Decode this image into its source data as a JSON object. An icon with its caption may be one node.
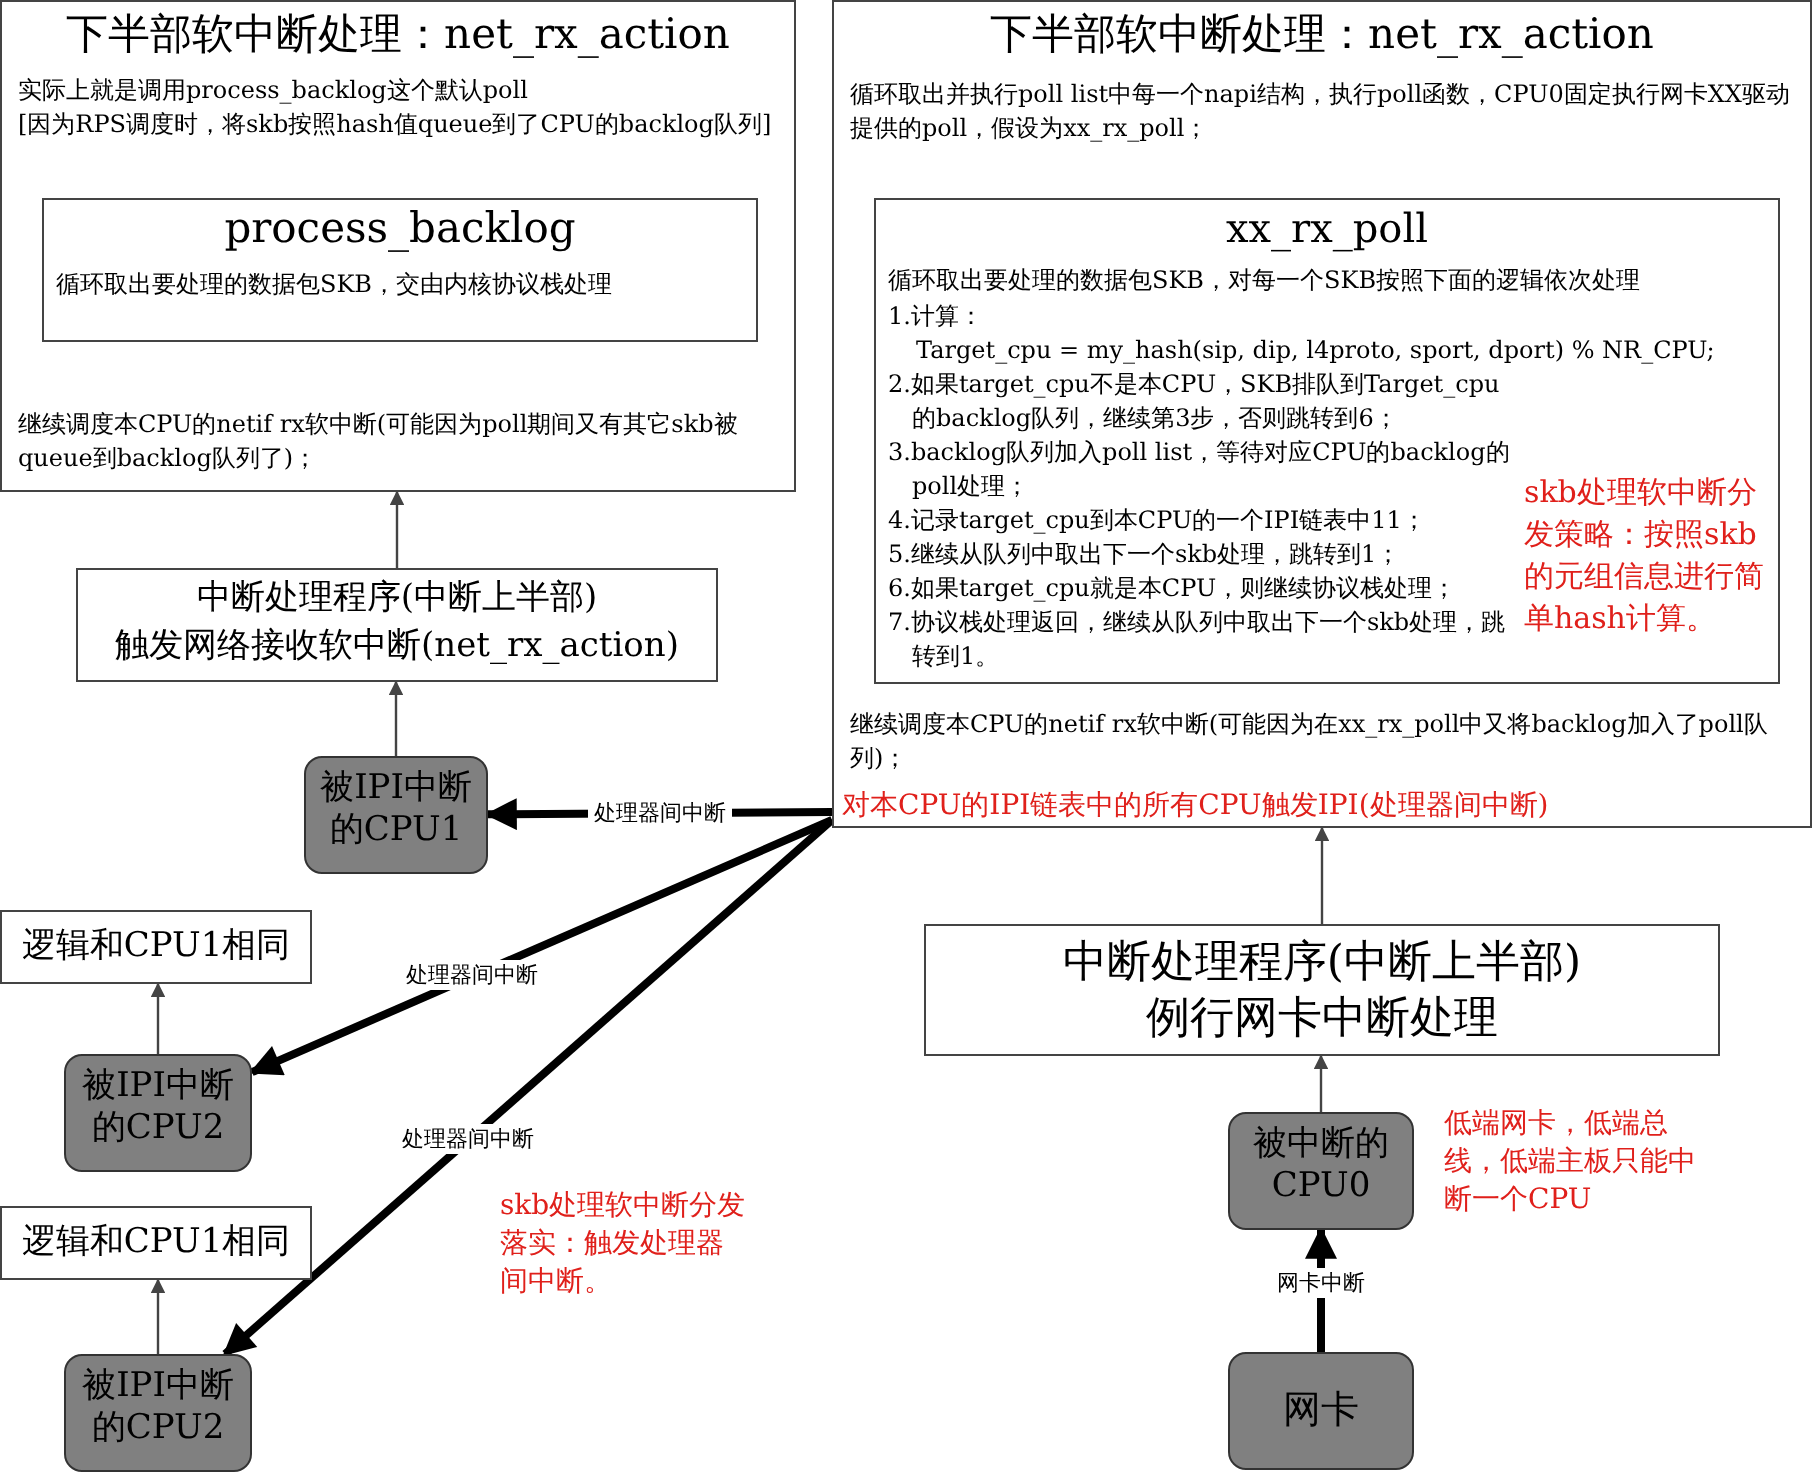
{
  "diagram": {
    "nodes": [
      {
        "text": [
          "下半部软中断处理：net_rx_action",
          "实际上就是调用process_backlog这个默认poll",
          "[因为RPS调度时，将skb按照hash值queue到了CPU的backlog队列]",
          "继续调度本CPU的netif rx软中断(可能因为poll期间又有其它skb被queue到backlog队列了)；"
        ]
      },
      {
        "text": [
          "process_backlog",
          "循环取出要处理的数据包SKB，交由内核协议栈处理"
        ],
        "in": 0
      },
      {
        "text": [
          "中断处理程序(中断上半部)",
          "触发网络接收软中断(net_rx_action)"
        ]
      },
      {
        "text": [
          "被IPI中断的CPU1"
        ]
      },
      {
        "text": [
          "逻辑和CPU1相同"
        ]
      },
      {
        "text": [
          "被IPI中断的CPU2"
        ]
      },
      {
        "text": [
          "逻辑和CPU1相同"
        ]
      },
      {
        "text": [
          "被IPI中断的CPU2"
        ]
      },
      {
        "text": [
          "下半部软中断处理：net_rx_action",
          "循环取出并执行poll list中每一个napi结构，执行poll函数，CPU0固定执行网卡XX驱动提供的poll，假设为xx_rx_poll；",
          "继续调度本CPU的netif rx软中断(可能因为在xx_rx_poll中又将backlog加入了poll队列)；",
          "对本CPU的IPI链表中的所有CPU触发IPI(处理器间中断)"
        ]
      },
      {
        "text": [
          "xx_rx_poll",
          "循环取出要处理的数据包SKB，对每一个SKB按照下面的逻辑依次处理",
          "1.计算：",
          "Target_cpu = my_hash(sip, dip, l4proto, sport, dport) % NR_CPU;",
          "2.如果target_cpu不是本CPU，SKB排队到Target_cpu的backlog队列，继续第3步，否则跳转到6；",
          "3.backlog队列加入poll list，等待对应CPU的backlog的poll处理；",
          "4.记录target_cpu到本CPU的一个IPI链表中11；",
          "5.继续从队列中取出下一个skb处理，跳转到1；",
          "6.如果target_cpu就是本CPU，则继续协议栈处理；",
          "7.协议栈处理返回，继续从队列中取出下一个skb处理，跳转到1。"
        ],
        "in": 8
      },
      {
        "text": [
          "中断处理程序(中断上半部)",
          "例行网卡中断处理"
        ]
      },
      {
        "text": [
          "被中断的CPU0"
        ]
      },
      {
        "text": [
          "网卡"
        ]
      }
    ],
    "edges": [
      {
        "from": 2,
        "to": 0,
        "arrow": "to"
      },
      {
        "from": 3,
        "to": 2,
        "arrow": "to"
      },
      {
        "from": 5,
        "to": 4,
        "arrow": "to"
      },
      {
        "from": 7,
        "to": 6,
        "arrow": "to"
      },
      {
        "from": 8,
        "to": 3,
        "arrow": "to",
        "label": "处理器间中断",
        "style": "thick"
      },
      {
        "from": 8,
        "to": 5,
        "arrow": "to",
        "label": "处理器间中断",
        "style": "thick"
      },
      {
        "from": 8,
        "to": 7,
        "arrow": "to",
        "label": "处理器间中断",
        "style": "thick"
      },
      {
        "from": 10,
        "to": 8,
        "arrow": "to"
      },
      {
        "from": 11,
        "to": 10,
        "arrow": "to"
      },
      {
        "from": 12,
        "to": 11,
        "arrow": "to",
        "label": "网卡中断",
        "style": "thick"
      }
    ],
    "labels": [
      "skb处理软中断分发策略：按照skb的元组信息进行简单hash计算。",
      "skb处理软中断分发落实：触发处理器间中断。",
      "低端网卡，低端总线，低端主板只能中断一个CPU"
    ]
  }
}
